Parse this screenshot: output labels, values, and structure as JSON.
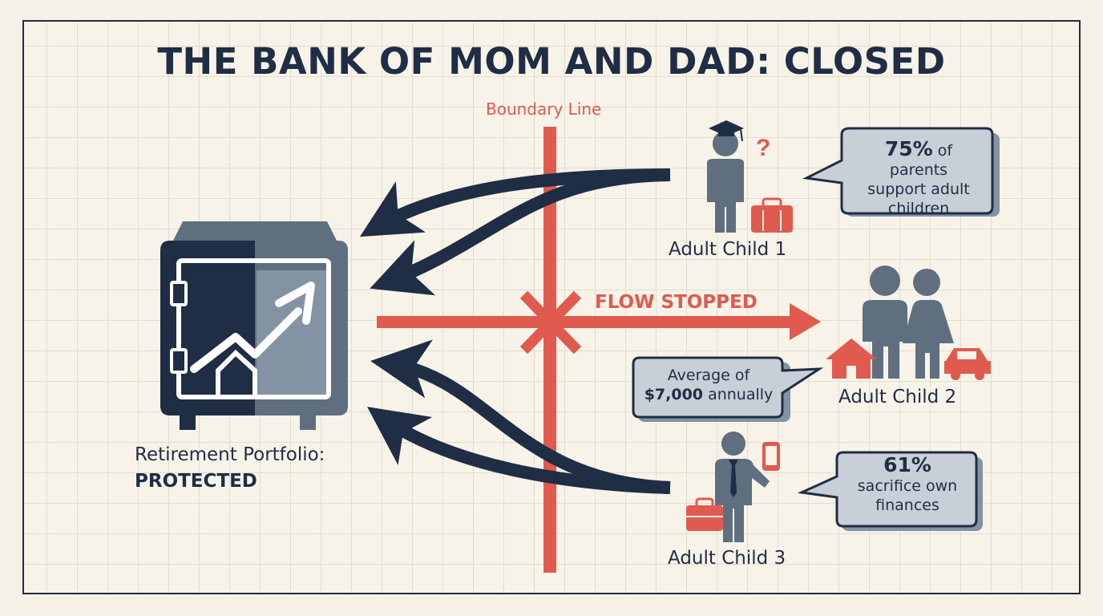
{
  "title": "THE BANK OF MOM AND DAD: CLOSED",
  "boundary_label": "Boundary Line",
  "flow_label": "FLOW STOPPED",
  "portfolio": {
    "label": "Retirement Portfolio:",
    "status": "PROTECTED"
  },
  "children": [
    {
      "name": "Adult Child 1"
    },
    {
      "name": "Adult Child 2"
    },
    {
      "name": "Adult Child 3"
    }
  ],
  "callouts": [
    {
      "figure": "75%",
      "text_inline": "of",
      "text_rest": "parents support adult children"
    },
    {
      "text_top": "Average of",
      "figure": "$7,000",
      "text_inline": "annually"
    },
    {
      "figure": "61%",
      "text": "sacrifice own finances"
    }
  ],
  "colors": {
    "navy": "#1f2d45",
    "slate": "#5f6f80",
    "red": "#e05a4f",
    "paper": "#f7f3e8"
  },
  "icons": [
    "safe-icon",
    "growth-arrow-icon",
    "graduation-cap-icon",
    "question-mark-icon",
    "suitcase-icon",
    "house-icon",
    "car-icon",
    "phone-icon",
    "briefcase-icon",
    "cross-mark-icon"
  ]
}
